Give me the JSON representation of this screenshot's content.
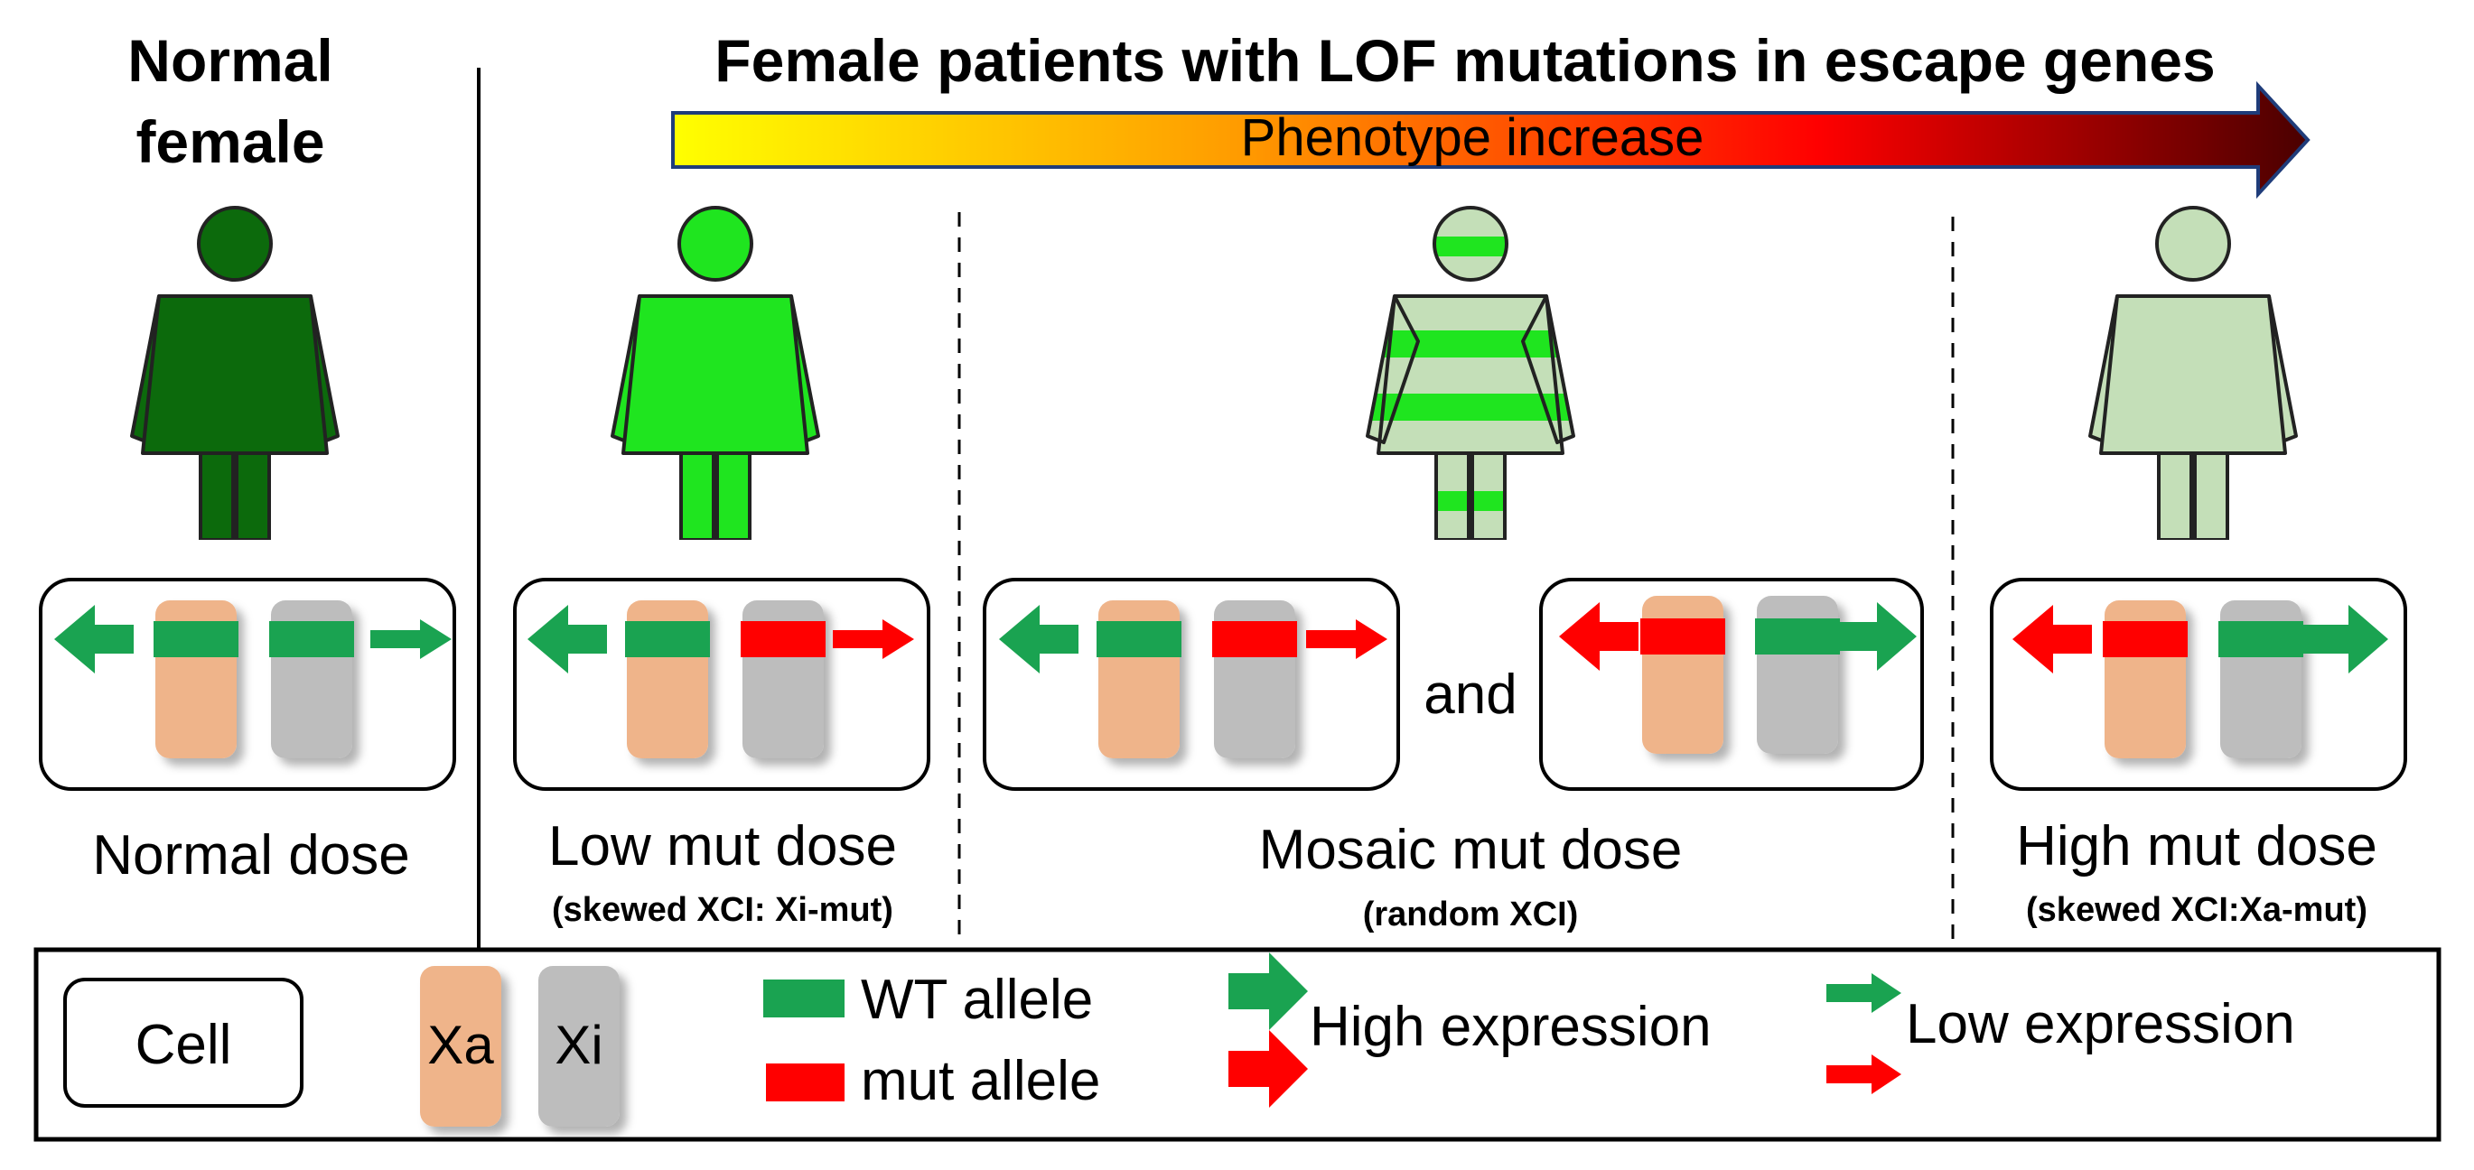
{
  "header": {
    "left_title_line1": "Normal",
    "left_title_line2": "female",
    "main_title": "Female patients with LOF mutations in escape genes",
    "gradient_label": "Phenotype increase"
  },
  "panels": {
    "normal": {
      "label": "Normal dose"
    },
    "low": {
      "label": "Low mut dose",
      "sublabel": "(skewed XCI: Xi-mut)"
    },
    "mosaic": {
      "label": "Mosaic mut dose",
      "sublabel": "(random XCI)",
      "joiner": "and"
    },
    "high": {
      "label": "High mut dose",
      "sublabel": "(skewed XCI:Xa-mut)"
    }
  },
  "legend": {
    "cell": "Cell",
    "xa": "Xa",
    "xi": "Xi",
    "wt_allele": "WT allele",
    "mut_allele": "mut allele",
    "high_expression": "High expression",
    "low_expression": "Low expression"
  },
  "colors": {
    "figure_dark_green": "#0c6a0c",
    "figure_bright_green": "#1fe51f",
    "figure_pale_green": "#c4dfb8",
    "wt_green": "#1aa351",
    "mut_red": "#ff0000",
    "xa_salmon": "#efb48a",
    "xi_gray": "#bdbdbd",
    "gradient_start": "#ffff00",
    "gradient_mid": "#ff8c00",
    "gradient_red": "#ff0000",
    "gradient_end": "#4a0000"
  }
}
